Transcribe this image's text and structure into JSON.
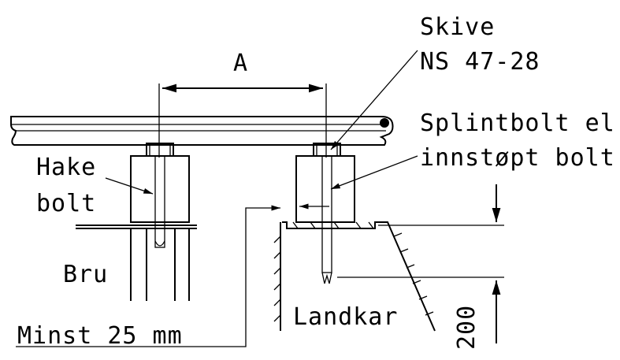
{
  "labels": {
    "dimension_a": "A",
    "washer_line1": "Skive",
    "washer_line2": "NS 47-28",
    "split_bolt_line1": "Splintbolt el.",
    "split_bolt_line2": "innstøpt bolt",
    "hook_bolt_line1": "Hake",
    "hook_bolt_line2": "bolt",
    "bridge": "Bru",
    "abutment": "Landkar",
    "min_distance": "Minst 25 mm",
    "dimension_200": "200"
  }
}
